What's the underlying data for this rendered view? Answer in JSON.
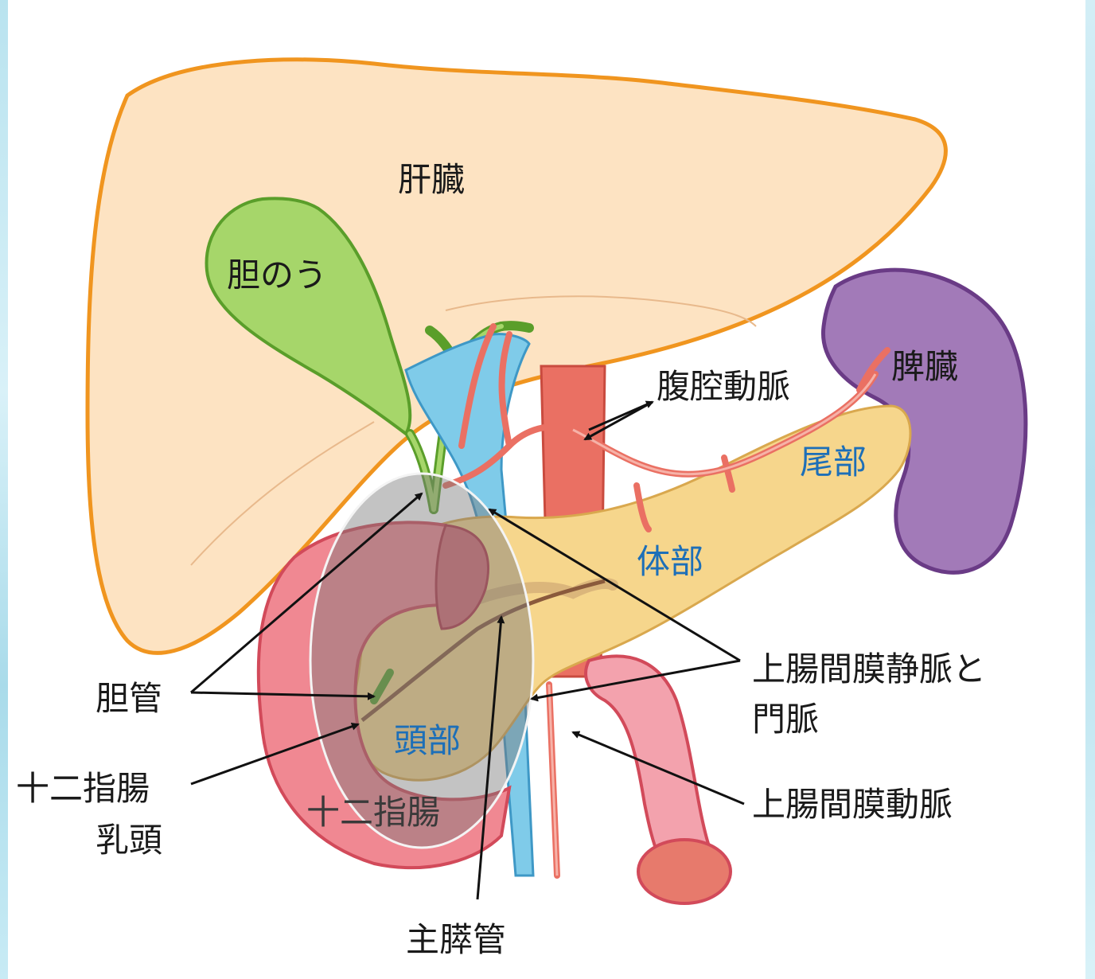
{
  "labels": {
    "liver": "肝臓",
    "gallbladder": "胆のう",
    "spleen": "脾臓",
    "celiac_artery": "腹腔動脈",
    "tail": "尾部",
    "body": "体部",
    "head": "頭部",
    "duodenum": "十二指腸",
    "bile_duct": "胆管",
    "papilla_line1": "十二指腸",
    "papilla_line2": "乳頭",
    "main_pancreatic_duct": "主膵管",
    "smv_line1": "上腸間膜静脈と",
    "smv_line2": "門脈",
    "sma": "上腸間膜動脈"
  },
  "colors": {
    "liver_fill": "#fde3c2",
    "liver_stroke": "#f0951f",
    "gallbladder_fill": "#a6d66a",
    "gallbladder_stroke": "#5a9e2a",
    "spleen_fill": "#a27ab8",
    "spleen_stroke": "#6a3b86",
    "pancreas_fill": "#f6d68c",
    "artery": "#ea7063",
    "vein": "#7fcbe9",
    "duodenum_fill": "#f08892",
    "label_blue": "#1d6fb8",
    "highlight_overlay": "#7a7a7a"
  }
}
